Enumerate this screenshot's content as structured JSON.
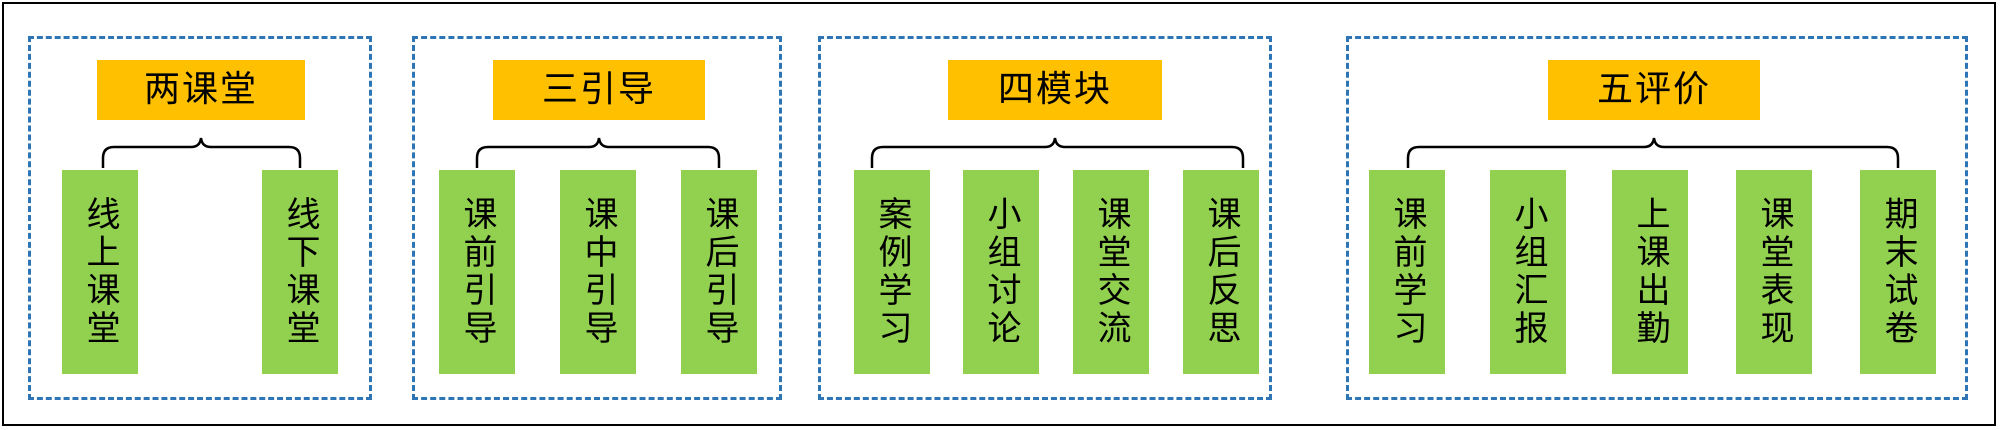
{
  "groups": [
    {
      "title": "两课堂",
      "items": [
        "线上课堂",
        "线下课堂"
      ]
    },
    {
      "title": "三引导",
      "items": [
        "课前引导",
        "课中引导",
        "课后引导"
      ]
    },
    {
      "title": "四模块",
      "items": [
        "案例学习",
        "小组讨论",
        "课堂交流",
        "课后反思"
      ]
    },
    {
      "title": "五评价",
      "items": [
        "课前学习",
        "小组汇报",
        "上课出勤",
        "课堂表现",
        "期末试卷"
      ]
    }
  ],
  "colors": {
    "title_fill": "#ffc000",
    "leaf_fill": "#92d050",
    "group_border": "#2e75b6",
    "frame_border": "#000000"
  }
}
